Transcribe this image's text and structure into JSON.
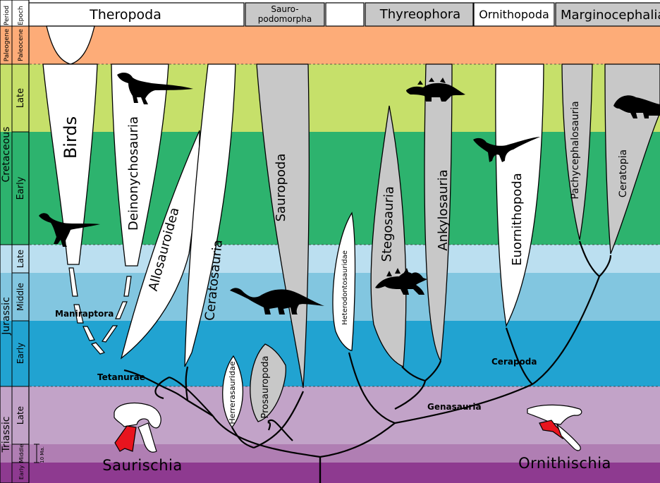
{
  "axis": {
    "period_header": "Period",
    "epoch_header": "Epoch",
    "periods": [
      "Paleogene",
      "Cretaceous",
      "Jurassic",
      "Triassic"
    ],
    "epochs": [
      "Paleocene",
      "Late",
      "Early",
      "Late",
      "Middle",
      "Early",
      "Late",
      "Middle",
      "Early"
    ],
    "scale_label": "10 Ma."
  },
  "columns": [
    {
      "label": "Theropoda",
      "fill": "#ffffff"
    },
    {
      "label_line1": "Sauro-",
      "label_line2": "podomorpha",
      "fill": "#c8c8c8"
    },
    {
      "label": "",
      "fill": "#ffffff"
    },
    {
      "label": "Thyreophora",
      "fill": "#c8c8c8"
    },
    {
      "label": "Ornithopoda",
      "fill": "#ffffff"
    },
    {
      "label": "Marginocephalia",
      "fill": "#c8c8c8"
    }
  ],
  "taxa": {
    "birds": "Birds",
    "deinonychosauria": "Deinonychosauria",
    "allosauroidea": "Allosauroidea",
    "ceratosauria": "Ceratosauria",
    "sauropoda": "Sauropoda",
    "herrerasauridae": "Herrerasauridae",
    "prosauropoda": "Prosauropoda",
    "heterodontosauridae": "Heterodontosauridae",
    "stegosauria": "Stegosauria",
    "ankylosauria": "Ankylosauria",
    "euornithopoda": "Euornithopoda",
    "pachycephalosauria": "Pachycephalosauria",
    "ceratopia": "Ceratopia"
  },
  "nodes": {
    "maniraptora": "Maniraptora",
    "tetanurae": "Tetanurae",
    "cerapoda": "Cerapoda",
    "genasauria": "Genasauria"
  },
  "groups": {
    "saurischia": "Saurischia",
    "ornithischia": "Ornithischia"
  },
  "colors": {
    "paleogene": "#fdac78",
    "cretaceous_late": "#c6e06a",
    "cretaceous_early": "#2db36e",
    "jurassic_late": "#bbdff0",
    "jurassic_middle": "#82c6e0",
    "jurassic_early": "#21a3d1",
    "triassic_late": "#c2a3c8",
    "triassic_middle": "#b07eb3",
    "triassic_early": "#8e3a90",
    "white_taxon": "#ffffff",
    "grey_taxon": "#c8c8c8",
    "pelvis_highlight": "#e8141e"
  }
}
